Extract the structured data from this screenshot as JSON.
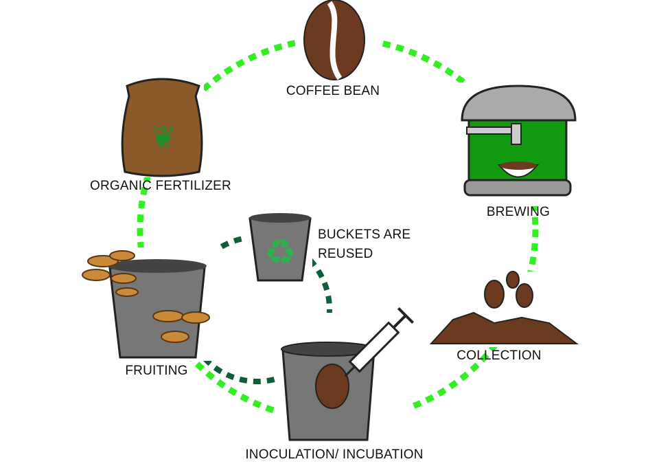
{
  "colors": {
    "outer_cycle": "#33ee22",
    "inner_cycle": "#0f5e3a",
    "coffee": "#6b3a1f",
    "machine_green": "#129a12",
    "sack": "#8b5a2b",
    "bucket": "#777777"
  },
  "stages": {
    "coffee_bean": "COFFEE BEAN",
    "brewing": "BREWING",
    "collection": "COLLECTION",
    "inoculation": "INOCULATION/ INCUBATION",
    "fruiting": "FRUITING",
    "fertilizer": "ORGANIC FERTILIZER",
    "reuse_line1": "BUCKETS ARE",
    "reuse_line2": "REUSED"
  }
}
